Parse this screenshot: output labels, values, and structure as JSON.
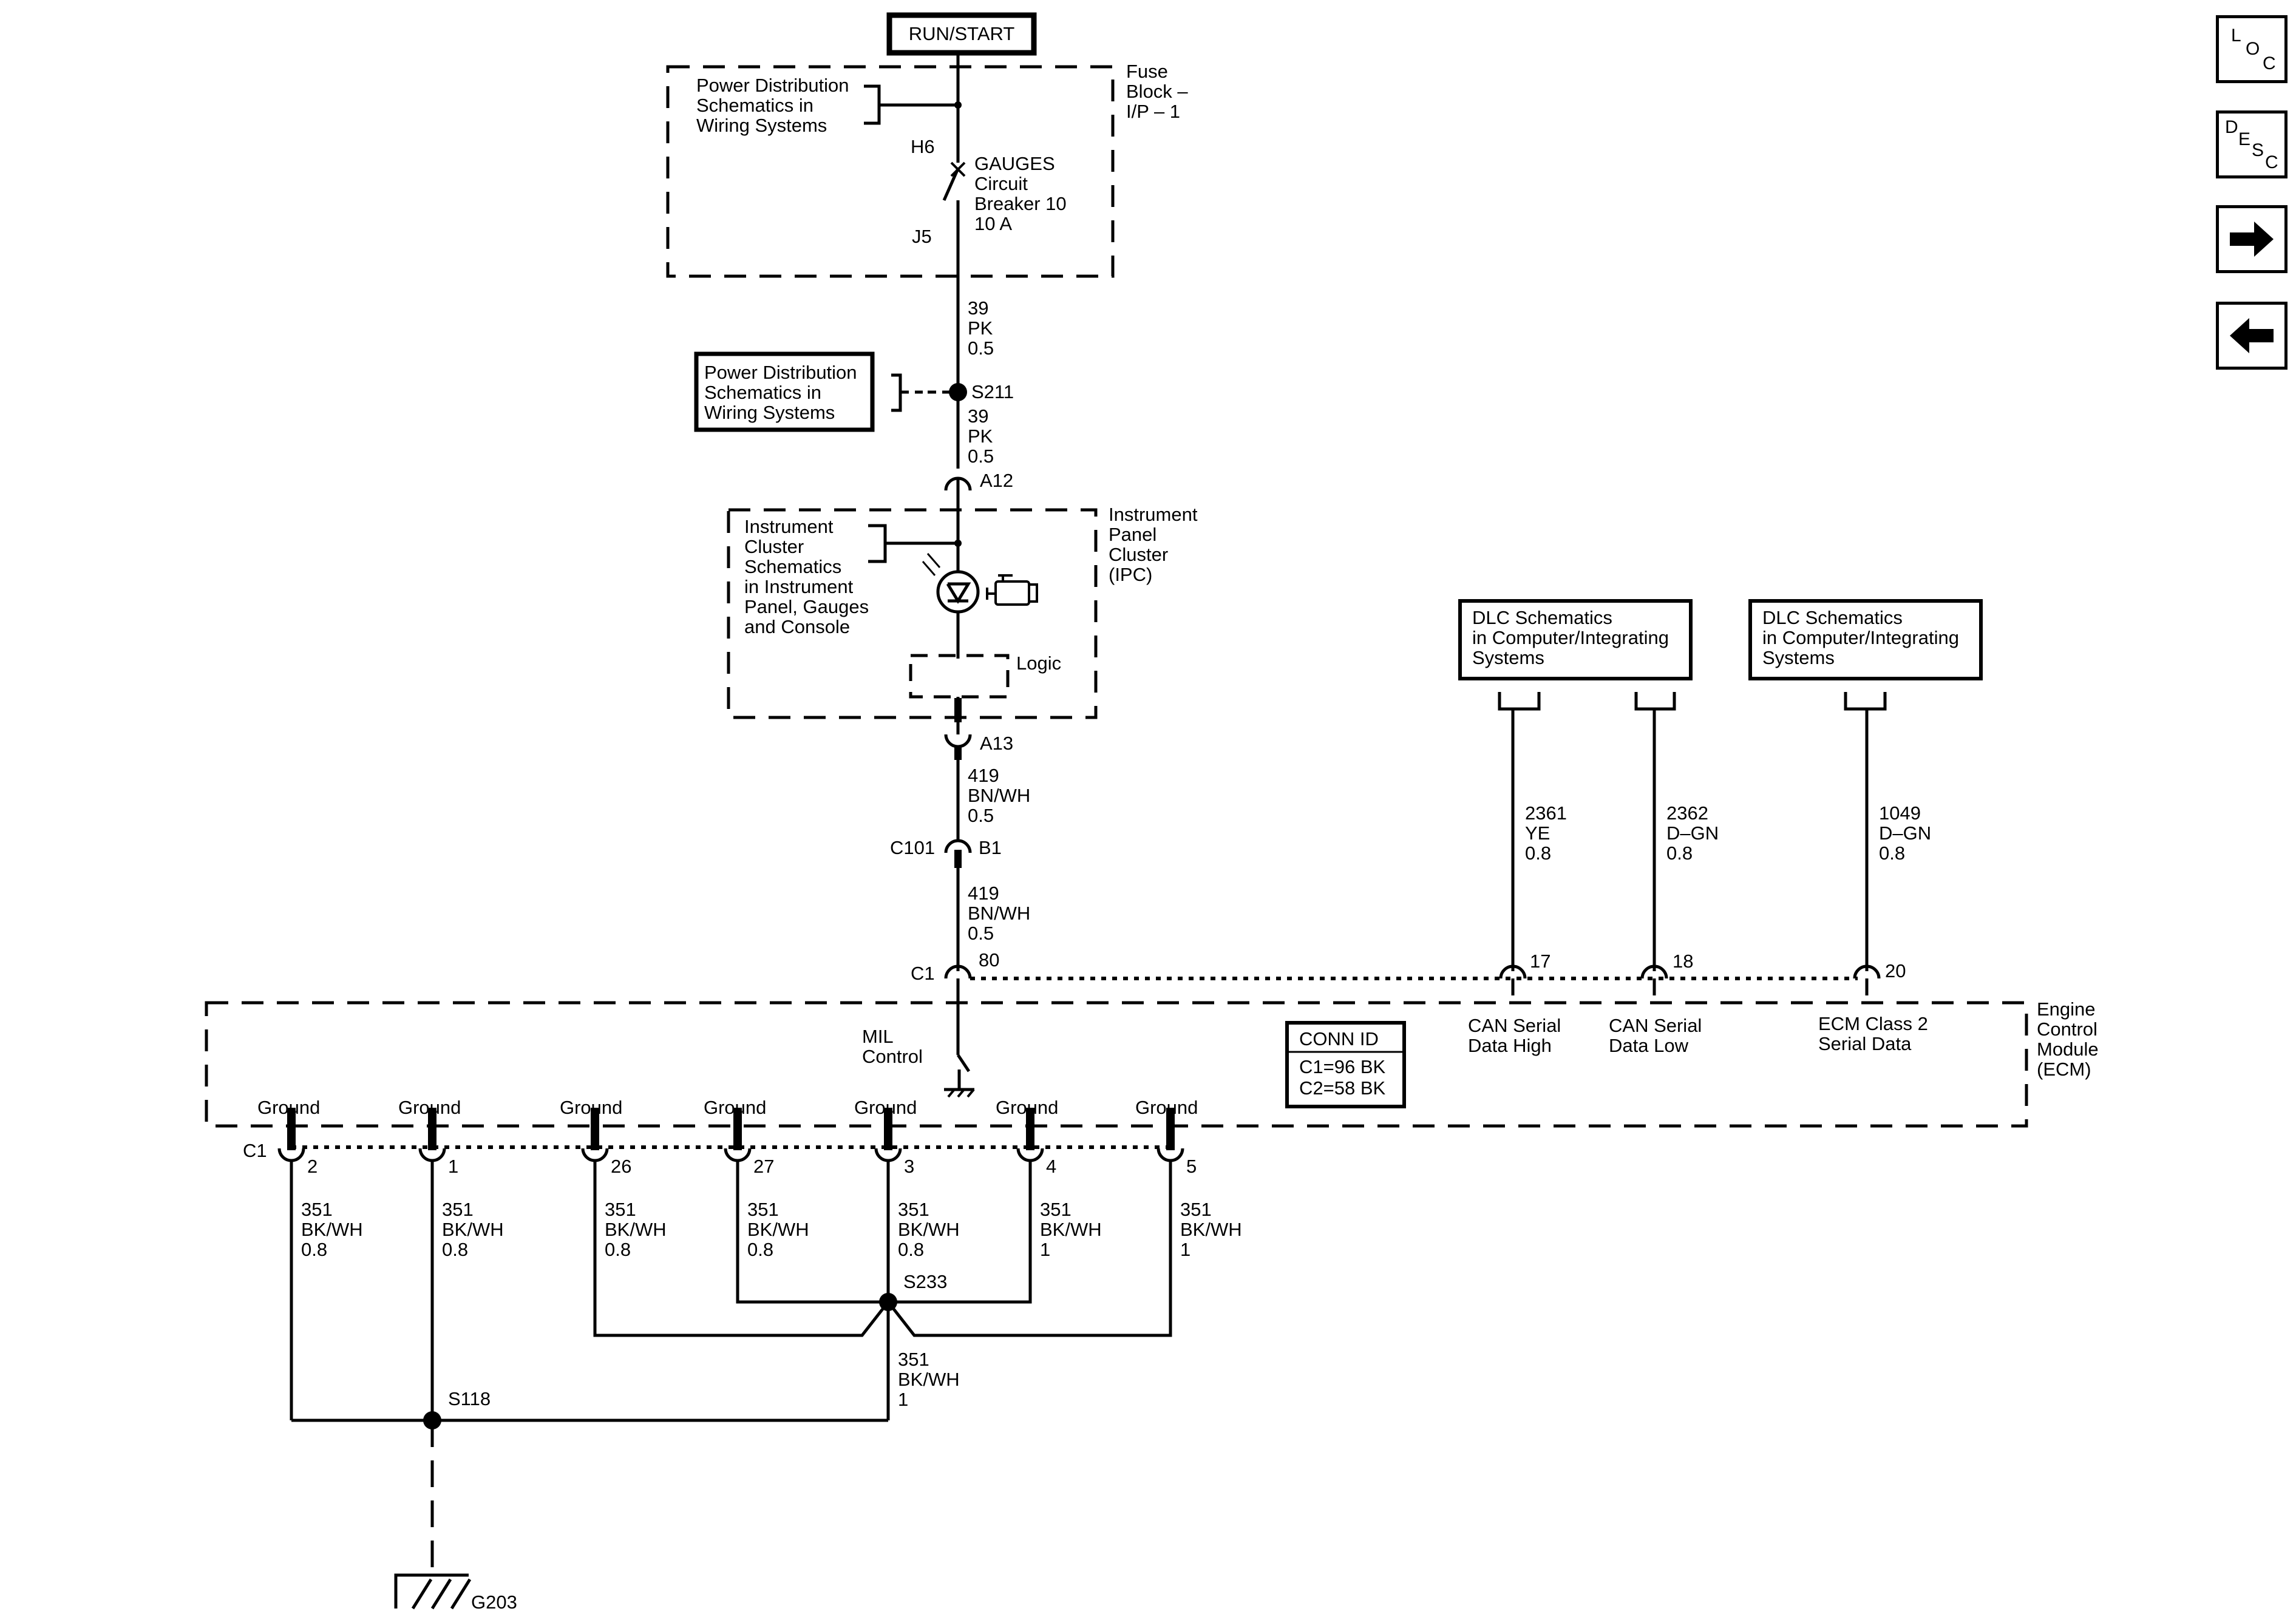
{
  "nav": {
    "loc": [
      "L",
      "O",
      "C"
    ],
    "desc": [
      "D",
      "E",
      "S",
      "C"
    ]
  },
  "labels": {
    "run_start": "RUN/START",
    "fuse_block": [
      "Fuse",
      "Block –",
      "I/P – 1"
    ],
    "pd_ref_1": [
      "Power Distribution",
      "Schematics in",
      "Wiring Systems"
    ],
    "h6": "H6",
    "j5": "J5",
    "breaker": [
      "GAUGES",
      "Circuit",
      "Breaker 10",
      "10 A"
    ],
    "wire_39_a": [
      "39",
      "PK",
      "0.5"
    ],
    "pd_ref_2": [
      "Power Distribution",
      "Schematics in",
      "Wiring  Systems"
    ],
    "s211": "S211",
    "wire_39_b": [
      "39",
      "PK",
      "0.5"
    ],
    "a12": "A12",
    "ic_ref": [
      "Instrument",
      "Cluster",
      "Schematics",
      "in Instrument",
      "Panel, Gauges",
      "and Console"
    ],
    "ipc": [
      "Instrument",
      "Panel",
      "Cluster",
      "(IPC)"
    ],
    "logic": "Logic",
    "a13": "A13",
    "wire_419_a": [
      "419",
      "BN/WH",
      "0.5"
    ],
    "c101": "C101",
    "b1": "B1",
    "wire_419_b": [
      "419",
      "BN/WH",
      "0.5"
    ],
    "c1_top": "C1",
    "pin_80": "80",
    "mil": [
      "MIL",
      "Control"
    ],
    "dlc_1": [
      "DLC Schematics",
      "in Computer/Integrating",
      "Systems"
    ],
    "dlc_2": [
      "DLC Schematics",
      "in Computer/Integrating",
      "Systems"
    ],
    "wire_2361": [
      "2361",
      "YE",
      "0.8"
    ],
    "wire_2362": [
      "2362",
      "D–GN",
      "0.8"
    ],
    "wire_1049": [
      "1049",
      "D–GN",
      "0.8"
    ],
    "pin_17": "17",
    "pin_18": "18",
    "pin_20": "20",
    "can_high": [
      "CAN Serial",
      "Data High"
    ],
    "can_low": [
      "CAN Serial",
      "Data Low"
    ],
    "class2": [
      "ECM Class 2",
      "Serial Data"
    ],
    "ecm": [
      "Engine",
      "Control",
      "Module",
      "(ECM)"
    ],
    "conn_id_title": "CONN ID",
    "conn_id_rows": [
      "C1=96 BK",
      "C2=58 BK"
    ],
    "c1_bottom": "C1",
    "ground": "Ground",
    "ground_pins": [
      "2",
      "1",
      "26",
      "27",
      "3",
      "4",
      "5"
    ],
    "ground_wires": [
      [
        "351",
        "BK/WH",
        "0.8"
      ],
      [
        "351",
        "BK/WH",
        "0.8"
      ],
      [
        "351",
        "BK/WH",
        "0.8"
      ],
      [
        "351",
        "BK/WH",
        "0.8"
      ],
      [
        "351",
        "BK/WH",
        "0.8"
      ],
      [
        "351",
        "BK/WH",
        "1"
      ],
      [
        "351",
        "BK/WH",
        "1"
      ]
    ],
    "s233": "S233",
    "wire_351_main": [
      "351",
      "BK/WH",
      "1"
    ],
    "s118": "S118",
    "g203": "G203"
  }
}
